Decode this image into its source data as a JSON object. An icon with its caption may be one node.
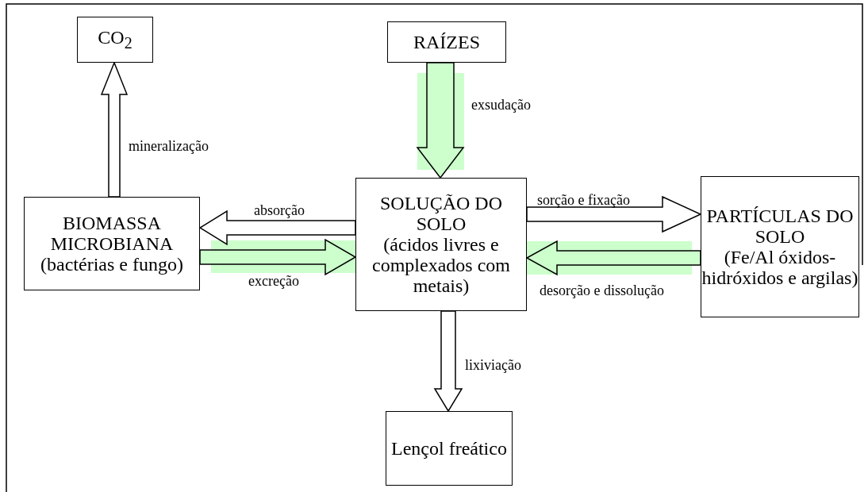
{
  "diagram": {
    "nodes": [
      {
        "text": [
          "CO$_{2}$"
        ]
      },
      {
        "text": [
          "RAÍZES"
        ]
      },
      {
        "text": [
          "BIOMASSA MICROBIANA",
          "(bactérias e fungo)"
        ]
      },
      {
        "text": [
          "SOLUÇÃO DO SOLO",
          "(ácidos livres e complexados com metais)"
        ]
      },
      {
        "text": [
          "PARTÍCULAS DO SOLO",
          "(Fe/Al óxidos-hidróxidos e argilas)"
        ]
      },
      {
        "text": [
          "Lençol freático"
        ]
      }
    ],
    "edges": [
      {
        "from": 2,
        "to": 0,
        "arrow": "to",
        "label": "mineralização"
      },
      {
        "from": 1,
        "to": 3,
        "arrow": "to",
        "label": "exsudação",
        "color": "#ccffcc"
      },
      {
        "from": 3,
        "to": 2,
        "arrow": "to",
        "label": "absorção"
      },
      {
        "from": 2,
        "to": 3,
        "arrow": "to",
        "label": "excreção",
        "color": "#ccffcc"
      },
      {
        "from": 3,
        "to": 4,
        "arrow": "to",
        "label": "sorção e fixação"
      },
      {
        "from": 4,
        "to": 3,
        "arrow": "to",
        "label": "desorção e dissolução",
        "color": "#ccffcc"
      },
      {
        "from": 3,
        "to": 5,
        "arrow": "to",
        "label": "lixiviação"
      }
    ]
  }
}
